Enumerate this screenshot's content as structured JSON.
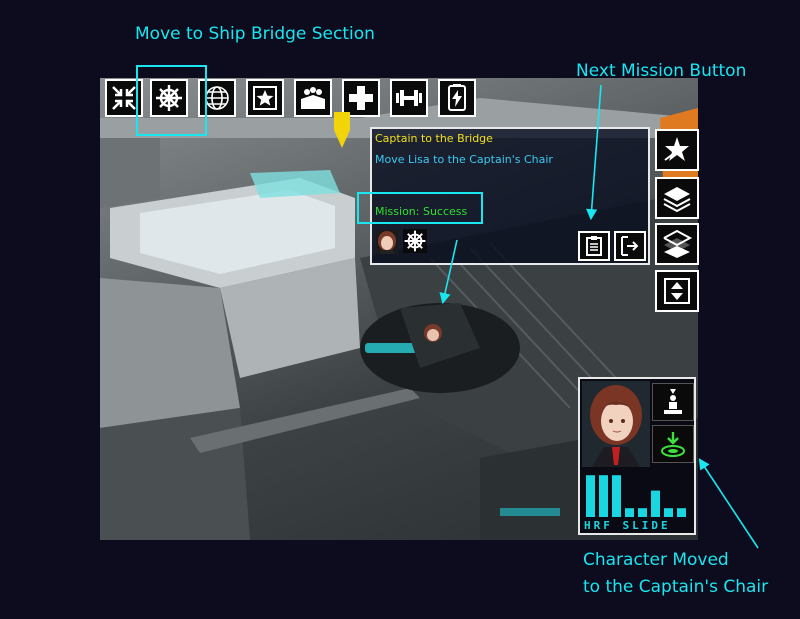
{
  "annotations": {
    "bridge": "Move to Ship Bridge Section",
    "next_mission": "Next Mission Button",
    "moved_line1": "Character Moved",
    "moved_line2": "to the Captain's Chair"
  },
  "toolbar": {
    "items": [
      {
        "icon": "collapse-arrows-icon"
      },
      {
        "icon": "ship-wheel-icon"
      },
      {
        "icon": "globe-icon"
      },
      {
        "icon": "star-icon"
      },
      {
        "icon": "crew-group-icon"
      },
      {
        "icon": "medical-cross-icon"
      },
      {
        "icon": "dumbbell-icon"
      },
      {
        "icon": "power-cell-icon"
      }
    ]
  },
  "mission": {
    "title": "Captain to the Bridge",
    "objective": "Move Lisa to the Captain's Chair",
    "status": "Mission: Success",
    "colors": {
      "title": "#f0e020",
      "objective": "#3cc8f0",
      "status": "#30e030"
    }
  },
  "side_buttons": [
    {
      "icon": "warp-star-icon"
    },
    {
      "icon": "layers-up-icon"
    },
    {
      "icon": "layers-down-icon"
    },
    {
      "icon": "expand-vertical-icon"
    }
  ],
  "character_panel": {
    "meter_label": "HRF SLIDE",
    "bars": [
      0.95,
      0.95,
      0.95,
      0.2,
      0.2,
      0.6,
      0.2,
      0.2
    ]
  },
  "colors": {
    "accent": "#19e6f0"
  }
}
